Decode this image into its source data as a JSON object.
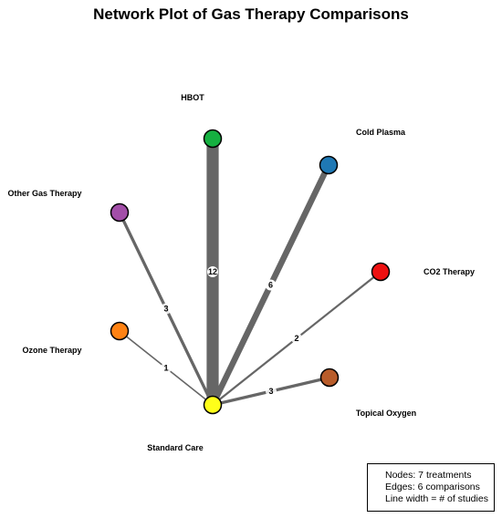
{
  "title": "Network Plot of Gas Therapy Comparisons",
  "legend": {
    "lines": [
      "Nodes: 7 treatments",
      "Edges: 6 comparisons",
      "Line width = # of studies"
    ]
  },
  "nodes": [
    {
      "id": "standard-care",
      "label": "Standard Care",
      "color": "#ffff1a"
    },
    {
      "id": "hbot",
      "label": "HBOT",
      "color": "#15b040"
    },
    {
      "id": "cold-plasma",
      "label": "Cold Plasma",
      "color": "#1f78b4"
    },
    {
      "id": "co2-therapy",
      "label": "CO2 Therapy",
      "color": "#ee1111"
    },
    {
      "id": "topical-oxygen",
      "label": "Topical Oxygen",
      "color": "#b85c2a"
    },
    {
      "id": "ozone-therapy",
      "label": "Ozone Therapy",
      "color": "#ff8213"
    },
    {
      "id": "other-gas-therapy",
      "label": "Other Gas Therapy",
      "color": "#a24ea8"
    }
  ],
  "edges": [
    {
      "from": "standard-care",
      "to": "hbot",
      "studies": 12
    },
    {
      "from": "standard-care",
      "to": "cold-plasma",
      "studies": 6
    },
    {
      "from": "standard-care",
      "to": "co2-therapy",
      "studies": 2
    },
    {
      "from": "standard-care",
      "to": "topical-oxygen",
      "studies": 3
    },
    {
      "from": "standard-care",
      "to": "ozone-therapy",
      "studies": 1
    },
    {
      "from": "standard-care",
      "to": "other-gas-therapy",
      "studies": 3
    }
  ],
  "edge_color": "#666666"
}
